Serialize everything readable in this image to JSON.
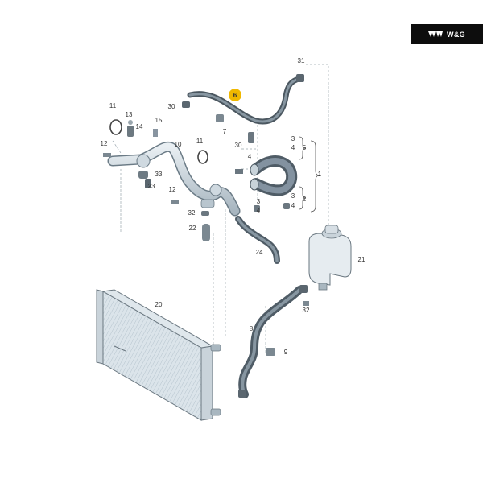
{
  "brand": {
    "text": "W&G",
    "icon": "wings-logo-icon"
  },
  "highlight_color": "#f0b800",
  "callouts": [
    {
      "id": "c31",
      "text": "31"
    },
    {
      "id": "c6",
      "text": "6",
      "highlighted": true
    },
    {
      "id": "c30a",
      "text": "30"
    },
    {
      "id": "c7",
      "text": "7"
    },
    {
      "id": "c11a",
      "text": "11"
    },
    {
      "id": "c13",
      "text": "13"
    },
    {
      "id": "c14",
      "text": "14"
    },
    {
      "id": "c15",
      "text": "15"
    },
    {
      "id": "c12a",
      "text": "12"
    },
    {
      "id": "c10",
      "text": "10"
    },
    {
      "id": "c11b",
      "text": "11"
    },
    {
      "id": "c30b",
      "text": "30"
    },
    {
      "id": "c4a",
      "text": "4"
    },
    {
      "id": "c3a",
      "text": "3"
    },
    {
      "id": "c4b",
      "text": "4"
    },
    {
      "id": "c5",
      "text": "5"
    },
    {
      "id": "c1",
      "text": "1"
    },
    {
      "id": "c2",
      "text": "2"
    },
    {
      "id": "c3b",
      "text": "3"
    },
    {
      "id": "c4c",
      "text": "4"
    },
    {
      "id": "c3c",
      "text": "3"
    },
    {
      "id": "c4d",
      "text": "4"
    },
    {
      "id": "c33",
      "text": "33"
    },
    {
      "id": "c23",
      "text": "23"
    },
    {
      "id": "c12b",
      "text": "12"
    },
    {
      "id": "c32a",
      "text": "32"
    },
    {
      "id": "c22",
      "text": "22"
    },
    {
      "id": "c24",
      "text": "24"
    },
    {
      "id": "c21",
      "text": "21"
    },
    {
      "id": "c20",
      "text": "20"
    },
    {
      "id": "c32b",
      "text": "32"
    },
    {
      "id": "c8",
      "text": "8"
    },
    {
      "id": "c9",
      "text": "9"
    }
  ]
}
